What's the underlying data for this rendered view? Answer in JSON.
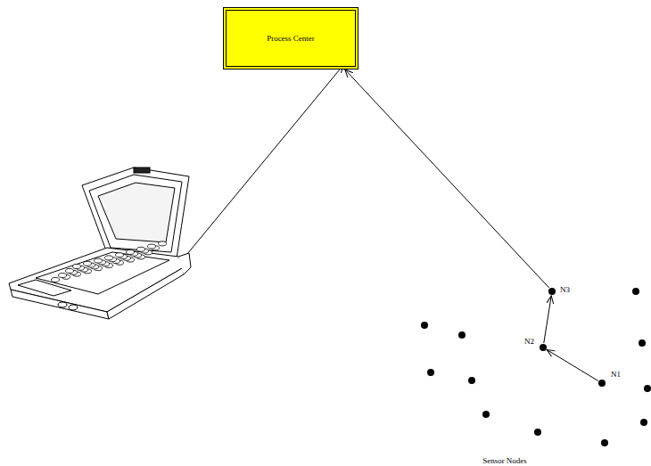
{
  "diagram": {
    "nodes": [
      {
        "text": [
          "Process Center"
        ]
      },
      {
        "text": [
          "N1"
        ]
      },
      {
        "text": [
          "N2"
        ]
      },
      {
        "text": [
          "N3"
        ]
      }
    ],
    "edges": [
      {
        "from": 1,
        "to": 2,
        "arrow": "to"
      },
      {
        "from": 2,
        "to": 3,
        "arrow": "to"
      },
      {
        "from": 3,
        "to": 0,
        "arrow": "to"
      }
    ],
    "labels": [
      "Sensor Nodes"
    ]
  }
}
